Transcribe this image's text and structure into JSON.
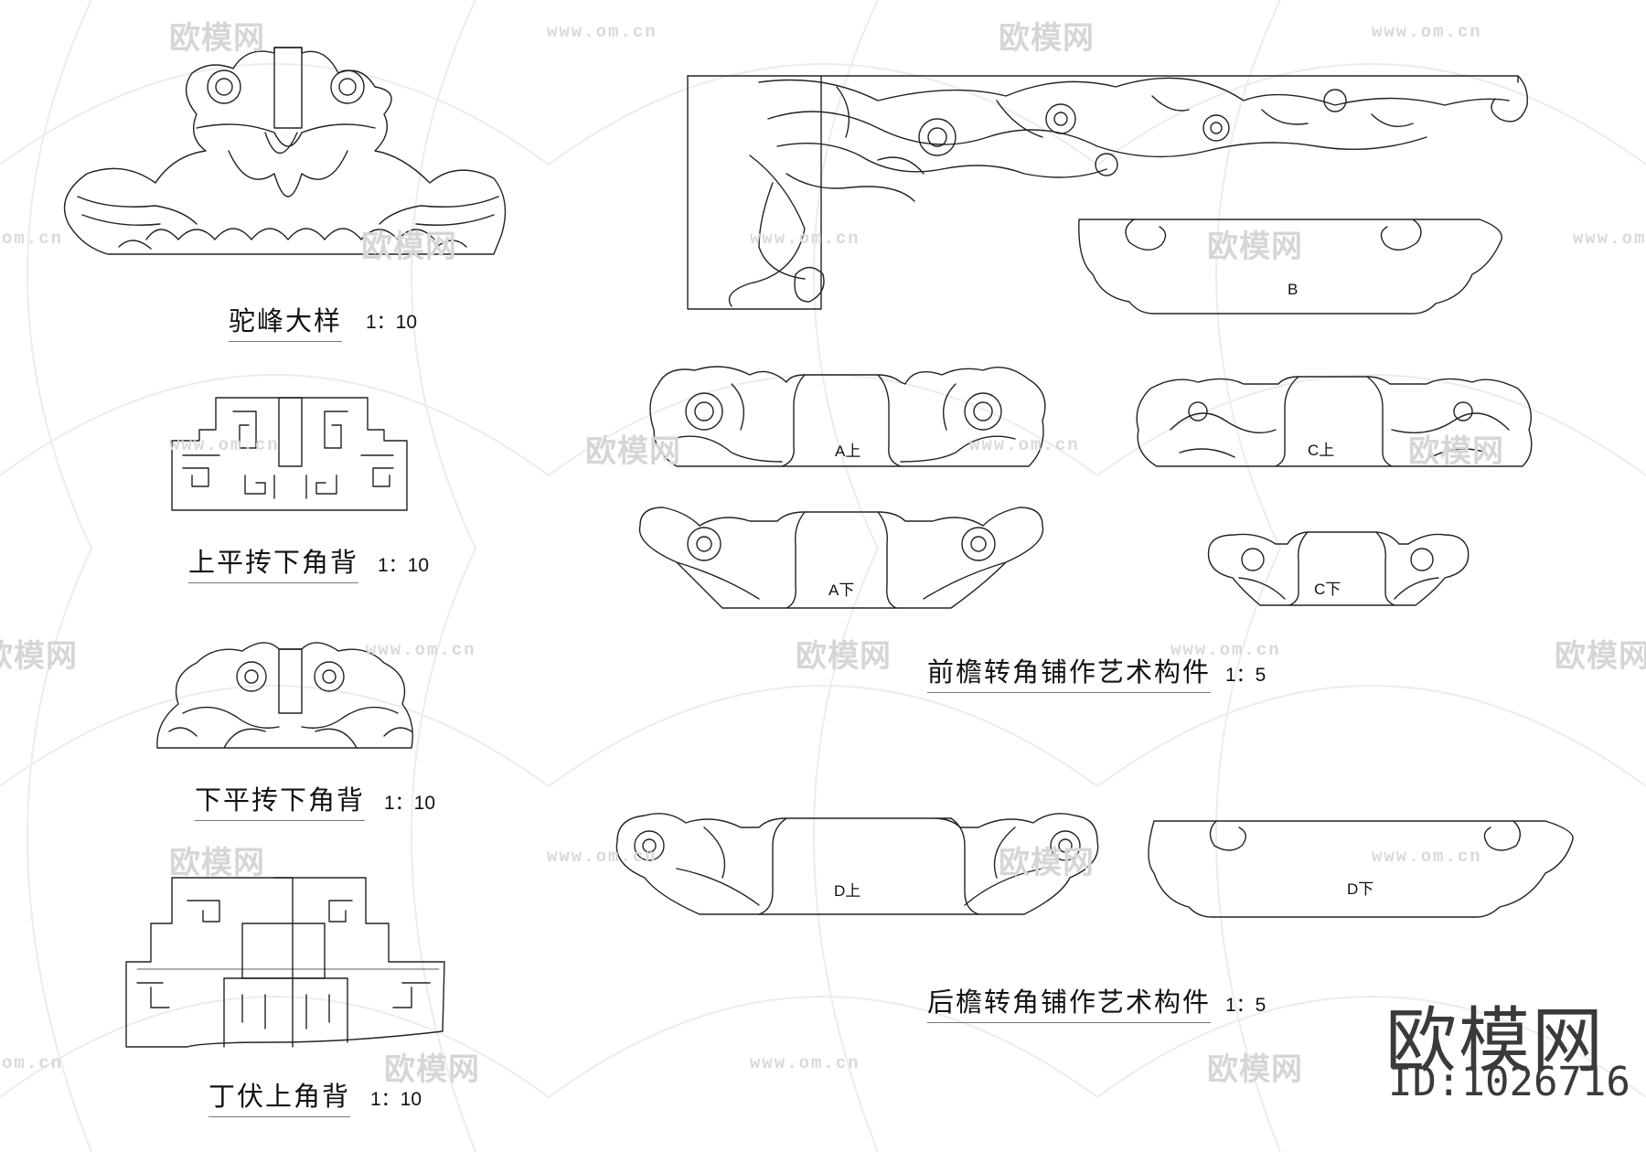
{
  "labels": {
    "tuofeng": "驼峰大样",
    "tuofeng_scale": "1：10",
    "shangping": "上平抟下角背",
    "shangping_scale": "1：10",
    "xiaping": "下平抟下角背",
    "xiaping_scale": "1：10",
    "dingfu": "丁伏上角背",
    "dingfu_scale": "1：10",
    "qianyan": "前檐转角铺作艺术构件",
    "qianyan_scale": "1：5",
    "houyan": "后檐转角铺作艺术构件",
    "houyan_scale": "1：5"
  },
  "parts": {
    "b": "B",
    "a_up": "A上",
    "a_down": "A下",
    "c_up": "C上",
    "c_down": "C下",
    "d_up": "D上",
    "d_down": "D下"
  },
  "brand": {
    "name": "欧模网",
    "id": "ID:1026716"
  },
  "watermarks": {
    "logo_text": "欧模网",
    "url_text": "www.om.cn",
    "url_partial": "om.cn"
  }
}
